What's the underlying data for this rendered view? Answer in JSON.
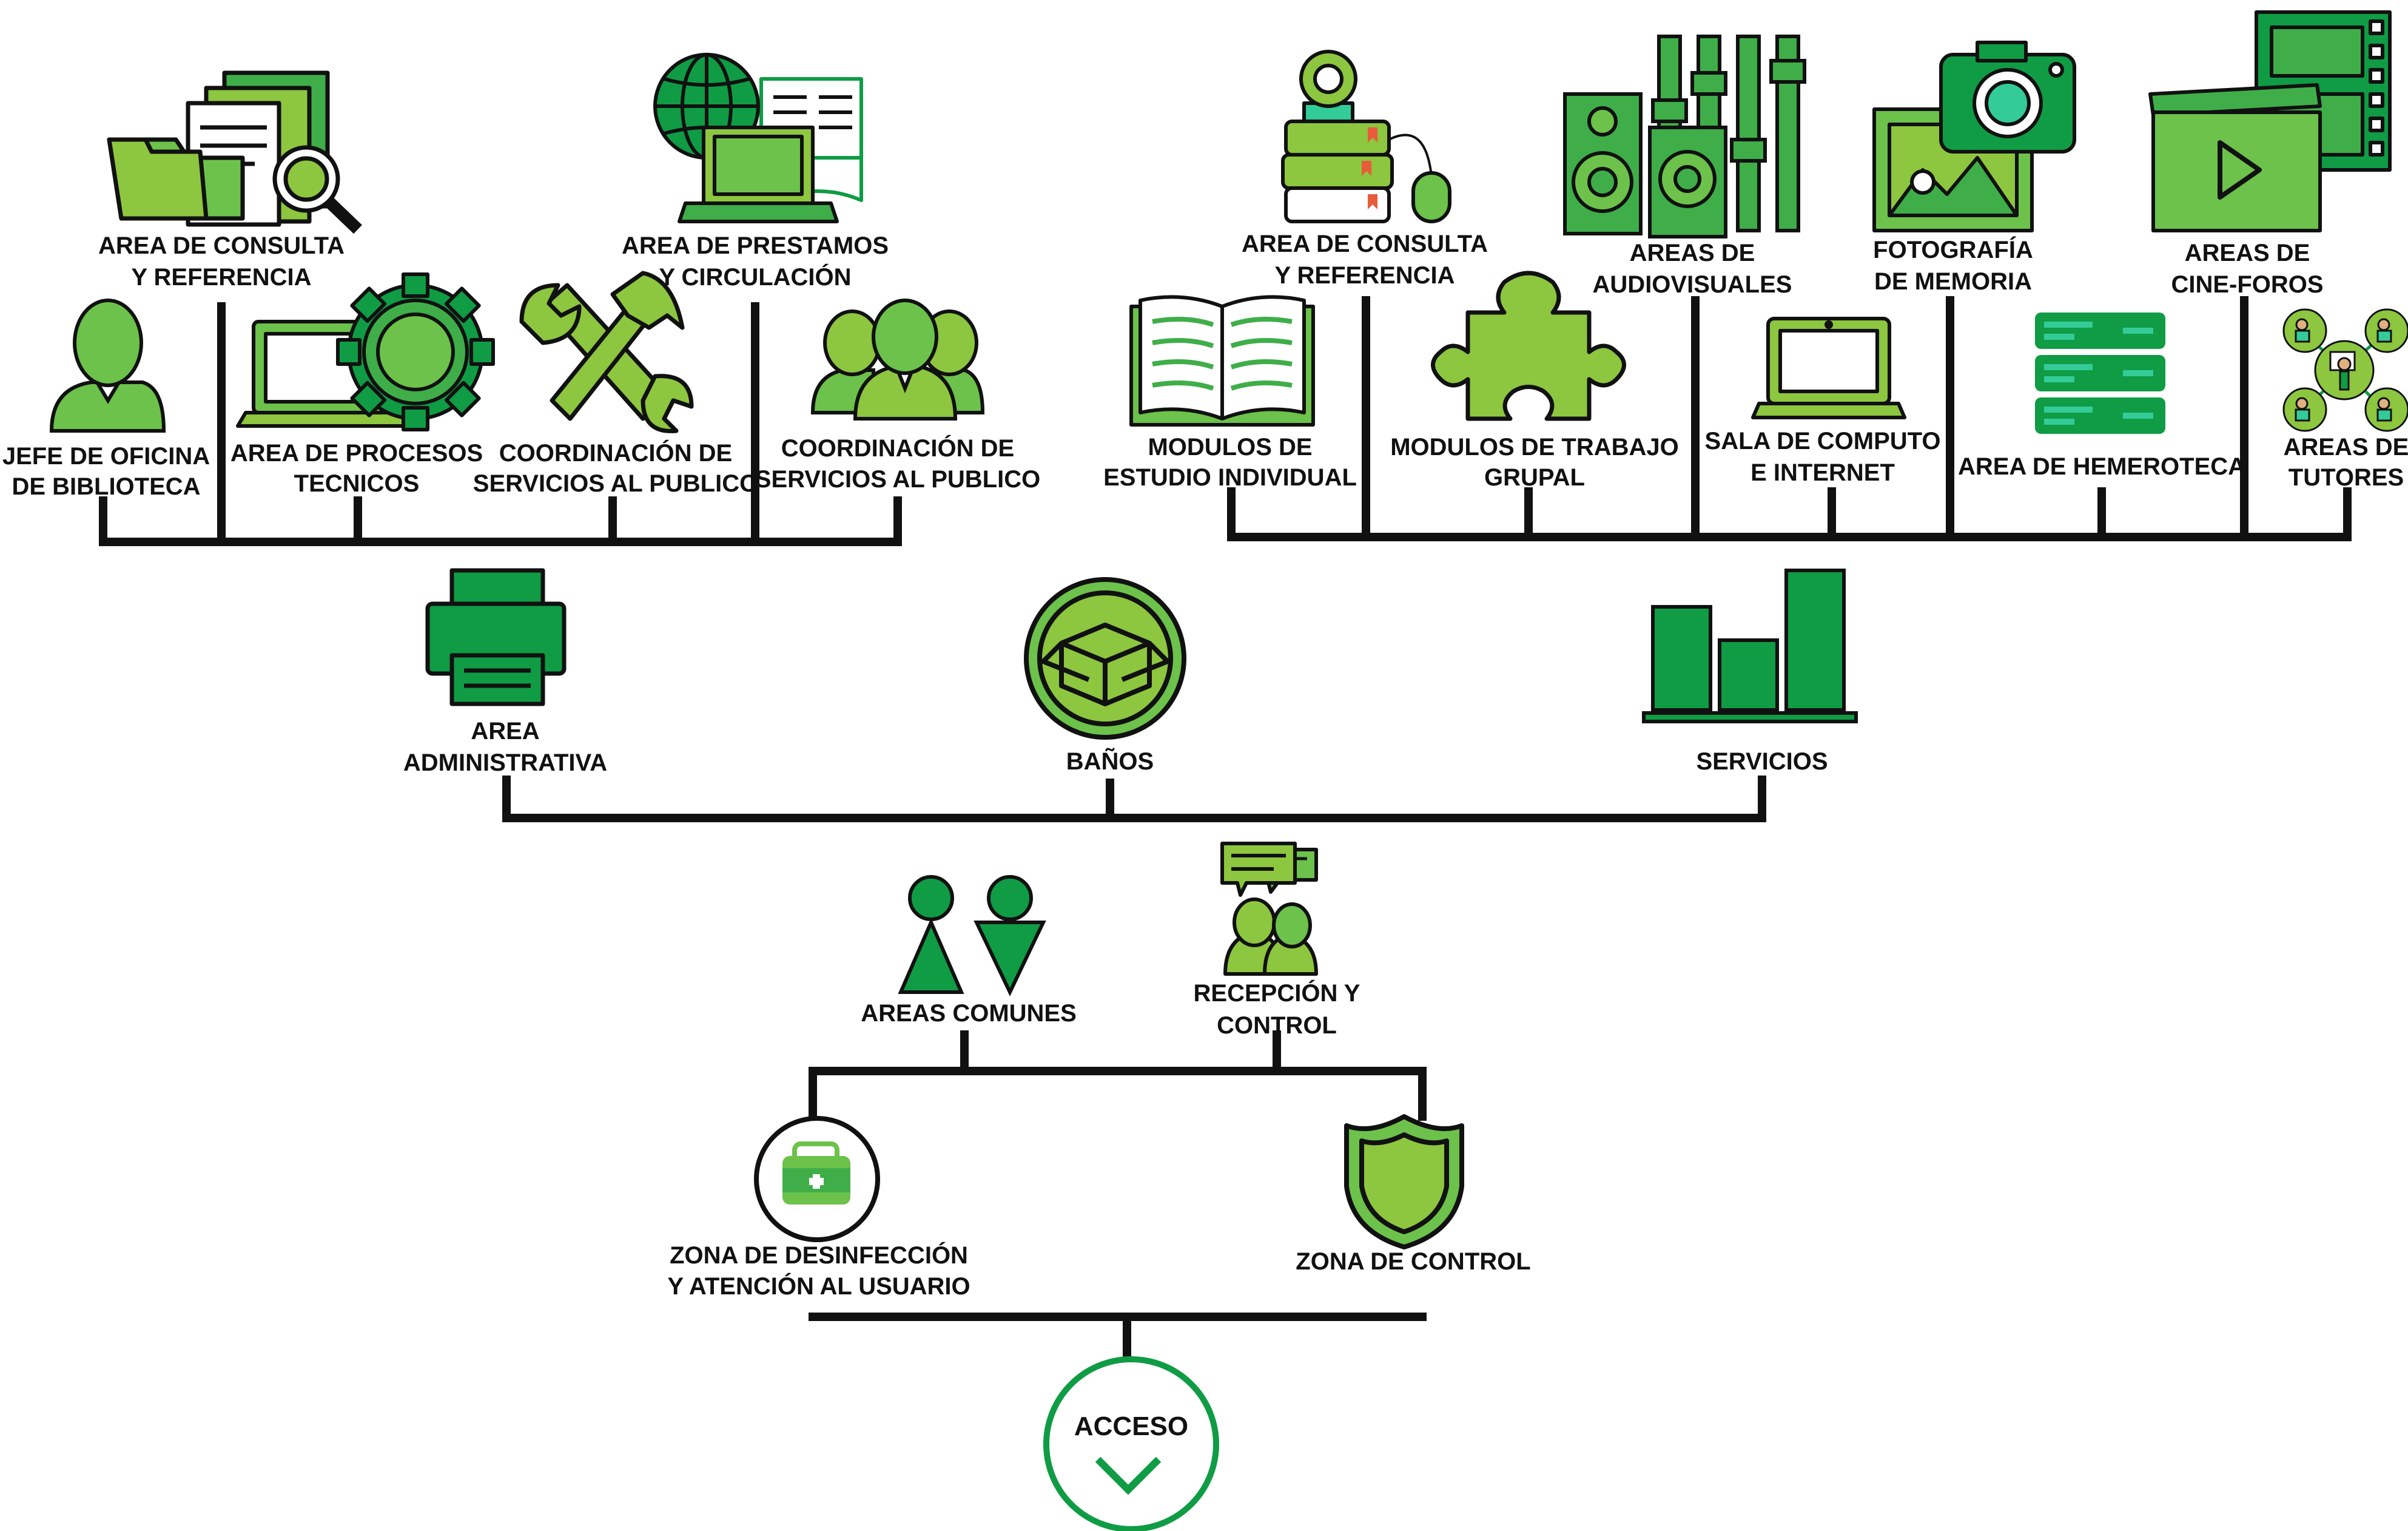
{
  "colors": {
    "line": "#111111",
    "dark_green": "#0f9c44",
    "mid_green": "#3fae49",
    "light_green": "#8dc63f",
    "pale_green": "#6cc24a",
    "teal": "#33cc99"
  },
  "top_left": {
    "consulta": {
      "line1": "AREA DE CONSULTA",
      "line2": "Y REFERENCIA",
      "icon": "folder-documents-search-icon"
    },
    "prestamos": {
      "line1": "AREA DE PRESTAMOS",
      "line2": "Y CIRCULACIÓN",
      "icon": "globe-laptop-book-icon"
    },
    "jefe": {
      "line1": "JEFE DE OFICINA",
      "line2": "DE BIBLIOTECA",
      "icon": "person-icon"
    },
    "procesos": {
      "line1": "AREA DE PROCESOS",
      "line2": "TECNICOS",
      "icon": "laptop-gear-icon"
    },
    "coord1": {
      "line1": "COORDINACIÓN DE",
      "line2": "SERVICIOS AL PUBLICO",
      "icon": "wrench-hammer-icon"
    },
    "coord2": {
      "line1": "COORDINACIÓN DE",
      "line2": "SERVICIOS AL PUBLICO",
      "icon": "group-people-icon"
    }
  },
  "top_right": {
    "consulta": {
      "line1": "AREA DE CONSULTA",
      "line2": "Y REFERENCIA",
      "icon": "books-webcam-mouse-icon"
    },
    "audiovisuales": {
      "line1": "AREAS DE",
      "line2": "AUDIOVISUALES",
      "icon": "speakers-equalizer-icon"
    },
    "fotografia": {
      "line1": "FOTOGRAFÍA",
      "line2": "DE MEMORIA",
      "icon": "camera-photo-icon"
    },
    "cineforos": {
      "line1": "AREAS DE",
      "line2": "CINE-FOROS",
      "icon": "film-clapper-icon"
    },
    "modulos_ind": {
      "line1": "MODULOS DE",
      "line2": "ESTUDIO INDIVIDUAL",
      "icon": "open-book-icon"
    },
    "modulos_grp": {
      "line1": "MODULOS DE TRABAJO",
      "line2": "GRUPAL",
      "icon": "puzzle-piece-icon"
    },
    "sala": {
      "line1": "SALA DE COMPUTO",
      "line2": "E INTERNET",
      "icon": "laptop-icon"
    },
    "hemeroteca": {
      "line1": "AREA DE HEMEROTECA",
      "icon": "server-stack-icon"
    },
    "tutores": {
      "line1": "AREAS DE",
      "line2": "TUTORES",
      "icon": "tutoring-network-icon"
    }
  },
  "middle": {
    "admin": {
      "line1": "AREA",
      "line2": "ADMINISTRATIVA",
      "icon": "printer-icon"
    },
    "banos": {
      "line1": "BAÑOS",
      "icon": "box-circle-icon"
    },
    "servicios": {
      "line1": "SERVICIOS",
      "icon": "bar-chart-icon"
    }
  },
  "lower": {
    "comunes": {
      "line1": "AREAS COMUNES",
      "icon": "restroom-figures-icon"
    },
    "recepcion": {
      "line1": "RECEPCIÓN Y",
      "line2": "CONTROL",
      "icon": "people-chat-icon"
    },
    "desinfeccion": {
      "line1": "ZONA DE DESINFECCIÓN",
      "line2": "Y ATENCIÓN AL USUARIO",
      "icon": "first-aid-kit-icon"
    },
    "control": {
      "line1": "ZONA DE CONTROL",
      "icon": "shield-icon"
    }
  },
  "acceso": {
    "label": "ACCESO",
    "icon": "chevron-down-icon"
  }
}
